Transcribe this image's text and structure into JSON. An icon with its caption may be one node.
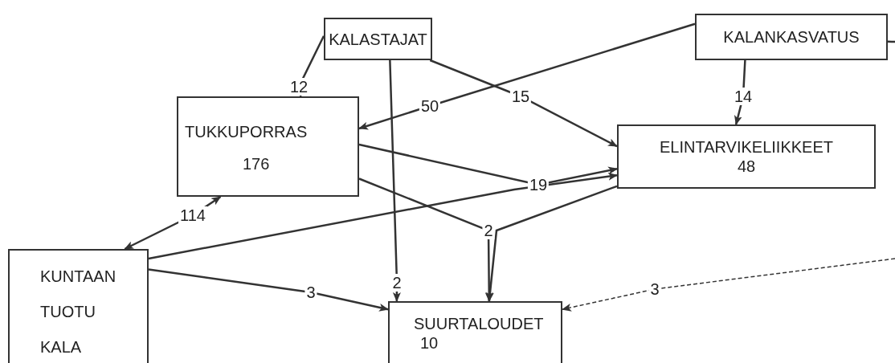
{
  "diagram": {
    "nodes": [
      {
        "text": [
          "KALASTAJAT"
        ]
      },
      {
        "text": [
          "KALANKASVATUS"
        ]
      },
      {
        "text": [
          "TUKKUPORRAS",
          "176"
        ]
      },
      {
        "text": [
          "ELINTARVIKELIIKKEET",
          "48"
        ]
      },
      {
        "text": [
          "KUNTAAN TUOTU KALA"
        ]
      },
      {
        "text": [
          "SUURTALOUDET",
          "10"
        ]
      }
    ],
    "edges": [
      {
        "from": 0,
        "to": 2,
        "label": "12",
        "arrow": "to"
      },
      {
        "from": 0,
        "to": 3,
        "label": "15",
        "arrow": "to"
      },
      {
        "from": 0,
        "to": 5,
        "label": "2",
        "arrow": "to"
      },
      {
        "from": 1,
        "to": 2,
        "label": "50",
        "arrow": "to"
      },
      {
        "from": 1,
        "to": 3,
        "label": "14",
        "arrow": "to"
      },
      {
        "from": 2,
        "to": 3,
        "label": "19",
        "arrow": "to"
      },
      {
        "from": 4,
        "to": 3,
        "arrow": "to"
      },
      {
        "from": 2,
        "to": 5,
        "label": "2",
        "arrow": "to"
      },
      {
        "from": 3,
        "to": 5,
        "arrow": "to"
      },
      {
        "from": 4,
        "to": 2,
        "label": "114",
        "arrow": "both"
      },
      {
        "from": 4,
        "to": 5,
        "label": "3",
        "arrow": "to"
      },
      {
        "from": null,
        "to": 5,
        "label": "3",
        "arrow": "to",
        "style": "dashed"
      },
      {
        "from": 1,
        "to": null,
        "arrow": "none"
      }
    ]
  }
}
